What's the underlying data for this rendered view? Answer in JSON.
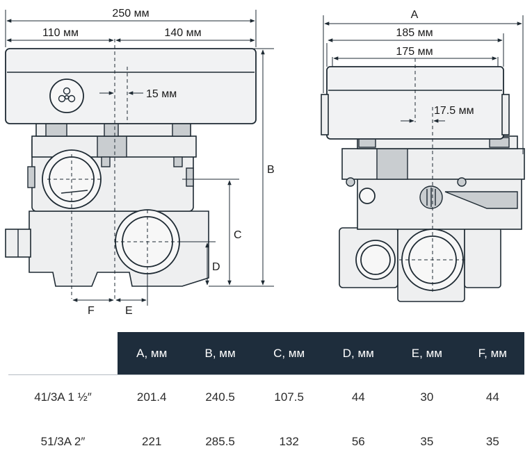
{
  "side_view": {
    "total_width": "250 мм",
    "left_part": "110 мм",
    "right_part": "140 мм",
    "offset": "15 мм",
    "label_b": "B",
    "label_c": "C",
    "label_d": "D",
    "label_e": "E",
    "label_f": "F"
  },
  "front_view": {
    "label_a": "A",
    "width_185": "185 мм",
    "width_175": "175 мм",
    "offset": "17.5 мм"
  },
  "table": {
    "headers": [
      "A, мм",
      "B, мм",
      "C, мм",
      "D, мм",
      "E, мм",
      "F, мм"
    ],
    "rows": [
      {
        "model": "41/3A 1 ½″",
        "values": [
          "201.4",
          "240.5",
          "107.5",
          "44",
          "30",
          "44"
        ]
      },
      {
        "model": "51/3A 2″",
        "values": [
          "221",
          "285.5",
          "132",
          "56",
          "35",
          "35"
        ]
      }
    ]
  }
}
